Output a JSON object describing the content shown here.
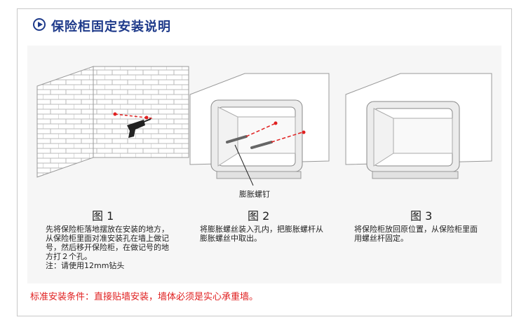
{
  "header": {
    "title": "保险柜固定安装说明"
  },
  "figures": [
    {
      "label": "图 1",
      "lines": [
        "先将保险柜落地摆放在安装的地方，",
        "从保险柜里面对准安装孔在墙上做记",
        "号，然后移开保险柜，在做记号的地",
        "方打２个孔。",
        "注：请使用12mm钻头"
      ]
    },
    {
      "label": "图 2",
      "lines": [
        "将膨胀螺丝装入孔内，把膨胀螺杆从",
        "膨胀螺丝中取出。"
      ]
    },
    {
      "label": "图 3",
      "lines": [
        "将保险柜放回原位置，从保险柜里面",
        "用螺丝杆固定。"
      ]
    }
  ],
  "callout": "膨胀螺钉",
  "footer": "标准安装条件：直接贴墙安装，墙体必须是实心承重墙。",
  "colors": {
    "title": "#1e3a8a",
    "accent_red": "#e02020",
    "panel": "#f6f6f6"
  }
}
